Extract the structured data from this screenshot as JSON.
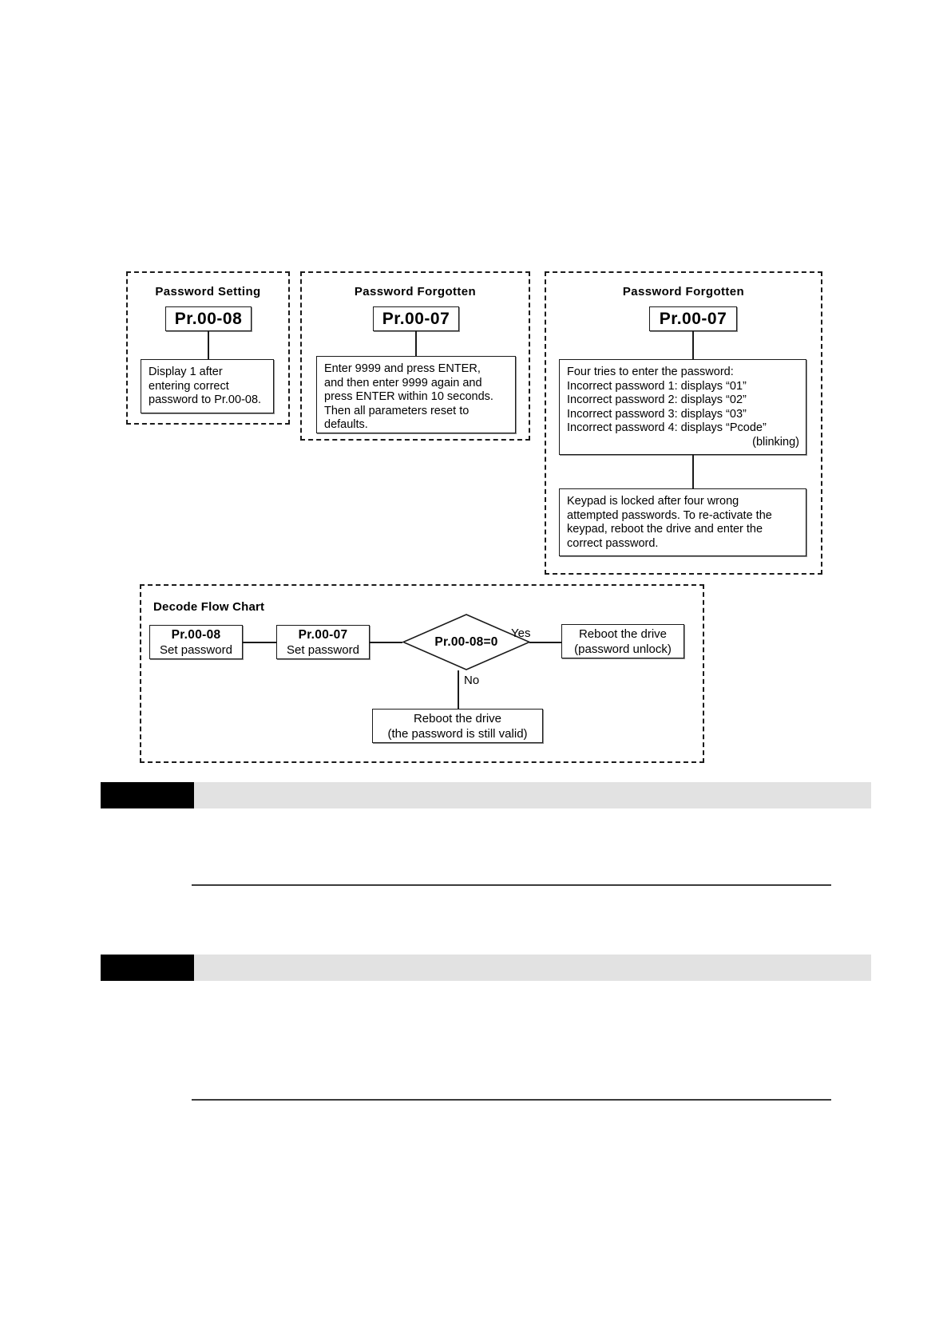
{
  "document": {
    "panels": [
      {
        "id": "password-setting",
        "title": "Password Setting",
        "param": "Pr.00-08",
        "body_lines": [
          "Display 1 after",
          "entering correct",
          "password to Pr.00-08."
        ]
      },
      {
        "id": "password-forgotten-reset",
        "title": "Password Forgotten",
        "param": "Pr.00-07",
        "body_lines": [
          "Enter 9999 and press ENTER,",
          "and then enter 9999 again and",
          "press ENTER within 10 seconds.",
          "Then all parameters reset to",
          "defaults."
        ]
      },
      {
        "id": "password-forgotten-lockout",
        "title": "Password Forgotten",
        "param": "Pr.00-07",
        "attempts_lines": [
          "Four tries to enter the password:",
          "Incorrect password 1: displays “01”",
          "Incorrect password 2: displays “02”",
          "Incorrect password 3: displays “03”",
          "Incorrect password 4: displays “Pcode”"
        ],
        "attempts_note": "(blinking)",
        "locked_lines": [
          "Keypad is locked after four wrong",
          "attempted passwords. To re-activate the",
          "keypad, reboot the drive and enter the",
          "correct password."
        ]
      }
    ],
    "flow_chart": {
      "title": "Decode Flow Chart",
      "nodes": {
        "start": {
          "param": "Pr.00-08",
          "action": "Set password"
        },
        "second": {
          "param": "Pr.00-07",
          "action": "Set password"
        },
        "decision": "Pr.00-08=0",
        "yes_box": {
          "line1": "Reboot the drive",
          "line2": "(password unlock)"
        },
        "no_box": {
          "line1": "Reboot the drive",
          "line2": "(the password is still valid)"
        }
      },
      "edge_labels": {
        "yes": "Yes",
        "no": "No"
      }
    },
    "colors": {
      "ink": "#1a1a1a",
      "bar_black": "#000000",
      "bar_gray": "#e2e2e2"
    }
  }
}
